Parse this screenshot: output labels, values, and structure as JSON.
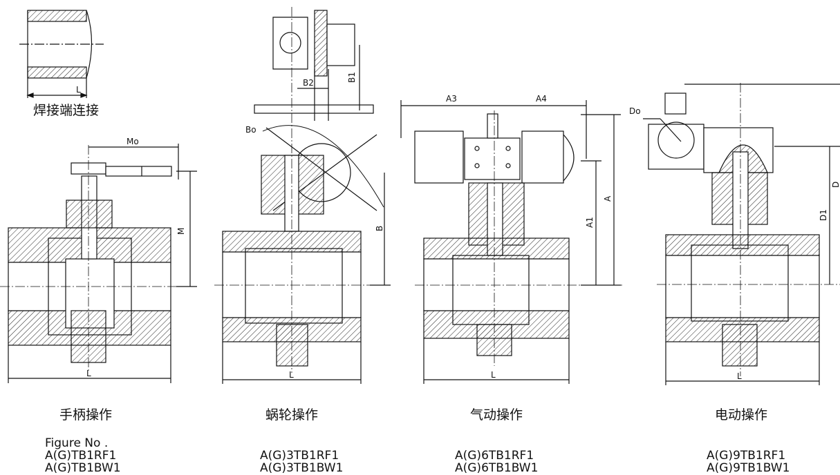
{
  "weld_caption": "焊接端连接",
  "weld_dim": "L",
  "operations": [
    {
      "caption": "手柄操作",
      "models": [
        "A(G)TB1RF1",
        "A(G)TB1BW1"
      ],
      "dims": {
        "mo": "Mo",
        "m": "M",
        "l": "L"
      }
    },
    {
      "caption": "蜗轮操作",
      "models": [
        "A(G)3TB1RF1",
        "A(G)3TB1BW1"
      ],
      "dims": {
        "b1": "B1",
        "b2": "B2",
        "bo": "Bo",
        "b": "B",
        "l": "L"
      }
    },
    {
      "caption": "气动操作",
      "models": [
        "A(G)6TB1RF1",
        "A(G)6TB1BW1"
      ],
      "dims": {
        "a3": "A3",
        "a4": "A4",
        "a1": "A1",
        "a": "A",
        "l": "L"
      }
    },
    {
      "caption": "电动操作",
      "models": [
        "A(G)9TB1RF1",
        "A(G)9TB1BW1"
      ],
      "dims": {
        "do": "Do",
        "d1": "D1",
        "d": "D",
        "l": "L"
      }
    }
  ],
  "figure_label": "Figure No ."
}
